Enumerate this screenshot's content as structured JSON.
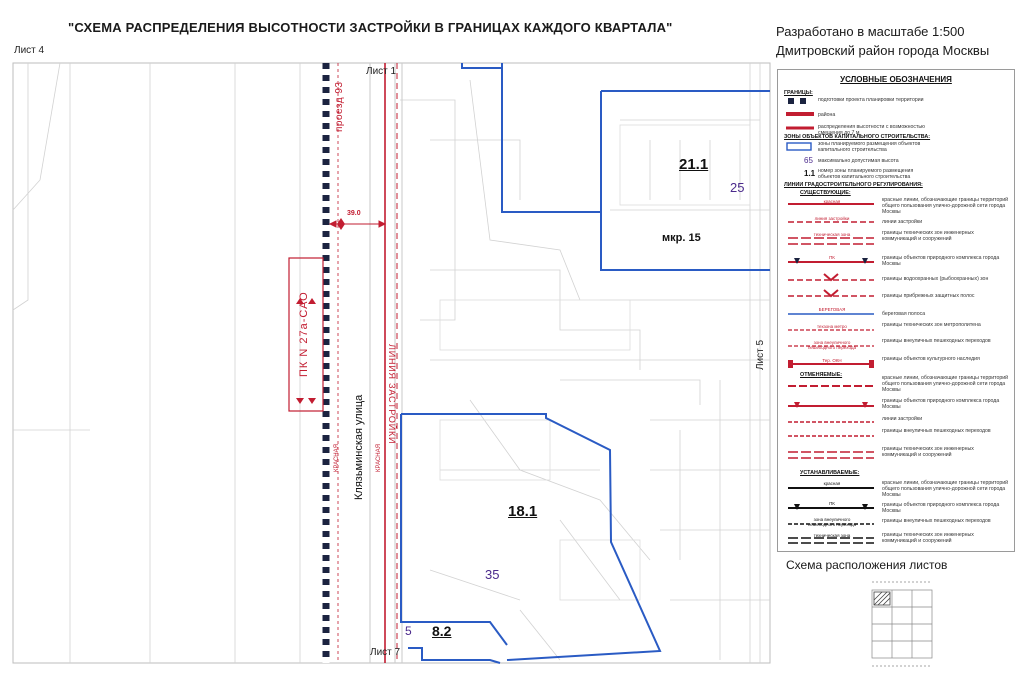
{
  "header": {
    "title": "\"СХЕМА РАСПРЕДЕЛЕНИЯ ВЫСОТНОСТИ ЗАСТРОЙКИ В ГРАНИЦАХ КАЖДОГО КВАРТАЛА\"",
    "scale": "Разработано в масштабе 1:500",
    "district": "Дмитровский район города Москвы"
  },
  "sheets": {
    "left": "Лист 4",
    "top": "Лист 1",
    "right": "Лист 5",
    "bottom": "Лист 7"
  },
  "map": {
    "street": "Клязьминская улица",
    "passage": "проезд 93",
    "building_line": "ЛИНИЯ ЗАСТРОЙКИ",
    "pk_label": "ПК N 27а-САО",
    "dimension": "39.0",
    "red_text_1": "КРАСНАЯ",
    "red_text_2": "КРАСНАЯ",
    "micro_district": "мкр. 15",
    "zones": [
      {
        "id": "21.1",
        "height": "25"
      },
      {
        "id": "18.1",
        "height": "35"
      },
      {
        "id": "8.2",
        "height": "5"
      }
    ]
  },
  "colors": {
    "zone_border": "#2a5bc4",
    "red_line": "#c21d31",
    "gray_line": "#c9c9c9",
    "dark_marker": "#1b2340",
    "height_text": "#4b2a8c"
  },
  "legend": {
    "title": "УСЛОВНЫЕ ОБОЗНАЧЕНИЯ",
    "sections": {
      "borders": "ГРАНИЦЫ:",
      "zones": "ЗОНЫ ОБЪЕКТОВ КАПИТАЛЬНОГО СТРОИТЕЛЬСТВА:",
      "lines": "ЛИНИИ ГРАДОСТРОИТЕЛЬНОГО РЕГУЛИРОВАНИЯ:",
      "existing": "СУЩЕСТВУЮЩИЕ:",
      "cancelled": "ОТМЕНЯЕМЫЕ:",
      "established": "УСТАНАВЛИВАЕМЫЕ:"
    },
    "items": {
      "project_border": "подготовки проекта планировки территории",
      "district_border": "района",
      "height_distribution": "распределения высотности с возможностью смещения до 7 м",
      "zone_placement": "зоны планируемого размещения объектов капитального строительства",
      "max_height_num": "65",
      "max_height": "максимально допустимая высота",
      "zone_number_num": "1.1",
      "zone_number": "номер зоны планируемого размещения объектов капитального строительства",
      "red_lines": "красные линии, обозначающие границы территорий общего пользования улично-дорожной сети города Москвы",
      "building_lines": "линии застройки",
      "engineering": "границы технических зон инженерных коммуникаций и сооружений",
      "nature": "границы объектов природного комплекса города Москвы",
      "water": "границы водоохранных (рыбоохранных) зон",
      "shore": "границы прибрежных защитных полос",
      "shoreline": "береговая полоса",
      "metro": "границы технических зон метрополитена",
      "pedestrian": "границы внеуличных пешеходных переходов",
      "cultural": "границы объектов культурного наследия",
      "red_lines_2": "красные линии, обозначающие границы территорий общего пользования улично-дорожной сети города Москвы",
      "nature_2": "границы объектов природного комплекса города Москвы",
      "building_lines_2": "линии застройки",
      "pedestrian_2": "границы внеуличных пешеходных переходов",
      "engineering_2": "границы технических зон инженерных коммуникаций и сооружений",
      "red_lines_3": "красные линии, обозначающие границы территорий общего пользования улично-дорожной сети города Москвы",
      "nature_3": "границы объектов природного комплекса города Москвы",
      "pedestrian_3": "границы внеуличных пешеходных переходов",
      "engineering_3": "границы технических зон инженерных коммуникаций и сооружений"
    },
    "tags": {
      "red": "красная",
      "building": "линия застройки",
      "tech": "техническая зона",
      "pk": "ПК",
      "shore_tag": "БЕРЕГОВАЯ",
      "metro_tag": "техзона метро",
      "ped_tag": "зона внеуличного пешеходного перехода",
      "okn": "Тер. ОКН",
      "red_2": "красная",
      "pk_2": "ПК",
      "ped_tag_2": "зона внеуличного пешеходного перехода",
      "tech_2": "техническая зона"
    }
  },
  "schema": {
    "title": "Схема расположения листов"
  }
}
